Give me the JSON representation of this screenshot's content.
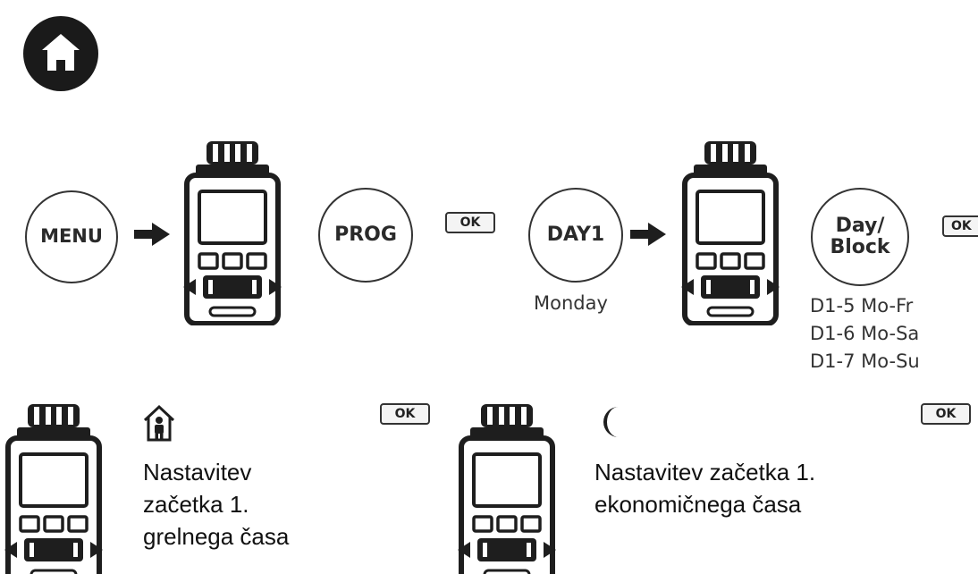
{
  "flow_top": {
    "menu_label": "MENU",
    "prog_label": "PROG",
    "ok_label": "OK",
    "day_label": "DAY1",
    "day_caption": "Monday",
    "dayblock_line1": "Day/",
    "dayblock_line2": "Block",
    "block_options": [
      "D1-5 Mo-Fr",
      "D1-6 Mo-Sa",
      "D1-7 Mo-Su"
    ]
  },
  "flow_bottom": {
    "heating": {
      "ok_label": "OK",
      "lines": [
        "Nastavitev",
        "začetka 1.",
        "grelnega časa"
      ]
    },
    "economy": {
      "ok_label": "OK",
      "lines": [
        "Nastavitev začetka 1.",
        "ekonomičnega časa"
      ]
    }
  },
  "icons": {
    "header": "home-icon",
    "comfort": "house-person-icon",
    "economy": "moon-icon",
    "device": "thermostat-device-icon",
    "arrow": "arrow-right-icon"
  },
  "colors": {
    "ink": "#222222",
    "badge": "#1a1a1a",
    "button_fill": "#f4f4f4"
  }
}
